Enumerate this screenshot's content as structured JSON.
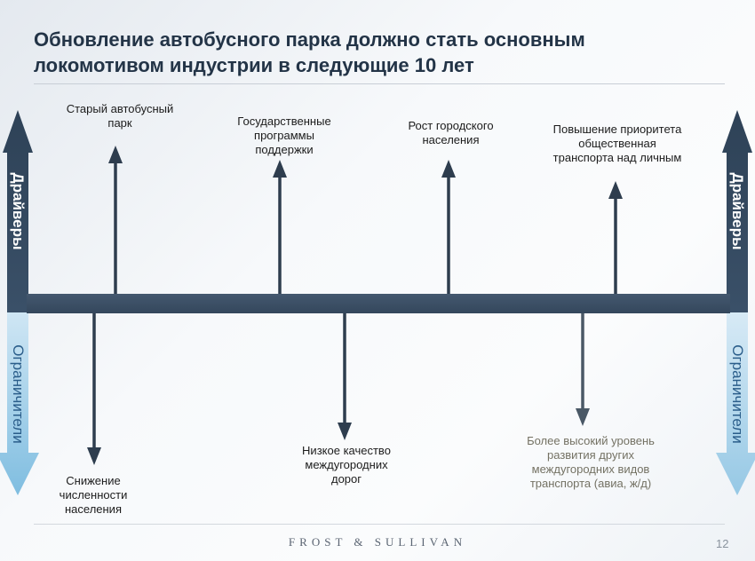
{
  "title": {
    "line1": "Обновление автобусного парка должно стать основным",
    "line2": "локомотивом индустрии в следующие 10 лет"
  },
  "side_labels": {
    "drivers": "Драйверы",
    "constraints": "Ограничители"
  },
  "drivers": [
    {
      "lines": [
        "Старый автобусный",
        "парк"
      ]
    },
    {
      "lines": [
        "Государственные",
        "программы",
        "поддержки"
      ]
    },
    {
      "lines": [
        "Рост городского",
        "населения"
      ]
    },
    {
      "lines": [
        "Повышение приоритета",
        "общественная",
        "транспорта над личным"
      ]
    }
  ],
  "constraints": [
    {
      "lines": [
        "Снижение",
        "численности",
        "населения"
      ]
    },
    {
      "lines": [
        "Низкое качество",
        "междугородних",
        "дорог"
      ]
    },
    {
      "lines": [
        "Более высокий уровень",
        "развития других",
        "междугородних видов",
        "транспорта (авиа, ж/д)"
      ]
    }
  ],
  "footer": {
    "brand": "FROST & SULLIVAN",
    "page_number": "12"
  },
  "colors": {
    "title": "#233447",
    "arrow_dark": "#34495e",
    "arrow_light": "#9fcfe8",
    "bar": "#3b4f66"
  }
}
